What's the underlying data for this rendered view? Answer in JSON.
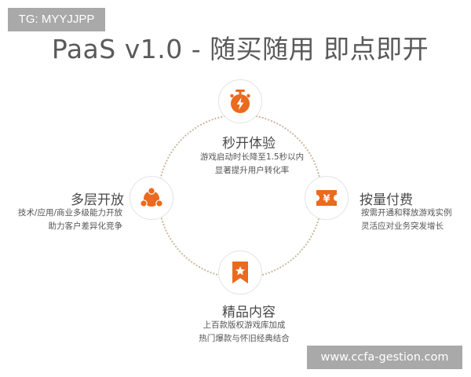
{
  "watermark_top": "TG: MYYJJPP",
  "title": "PaaS v1.0 - 随买随用 即点即开",
  "accent_color": "#ea6a1f",
  "features": {
    "top": {
      "icon": "stopwatch-lightning-icon",
      "heading": "秒开体验",
      "line1": "游戏启动时长降至1.5秒以内",
      "line2": "显著提升用户转化率"
    },
    "left": {
      "icon": "multi-node-network-icon",
      "heading": "多层开放",
      "line1": "技术/应用/商业多级能力开放",
      "line2": "助力客户差异化竞争"
    },
    "right": {
      "icon": "yuan-ticket-icon",
      "heading": "按量付费",
      "line1": "按需开通和释放游戏实例",
      "line2": "灵活应对业务突发增长"
    },
    "bottom": {
      "icon": "star-bookmark-icon",
      "heading": "精品内容",
      "line1": "上百款版权游戏库加成",
      "line2": "热门爆款与怀旧经典结合"
    }
  },
  "watermark_bottom": "www.ccfa-gestion.com"
}
